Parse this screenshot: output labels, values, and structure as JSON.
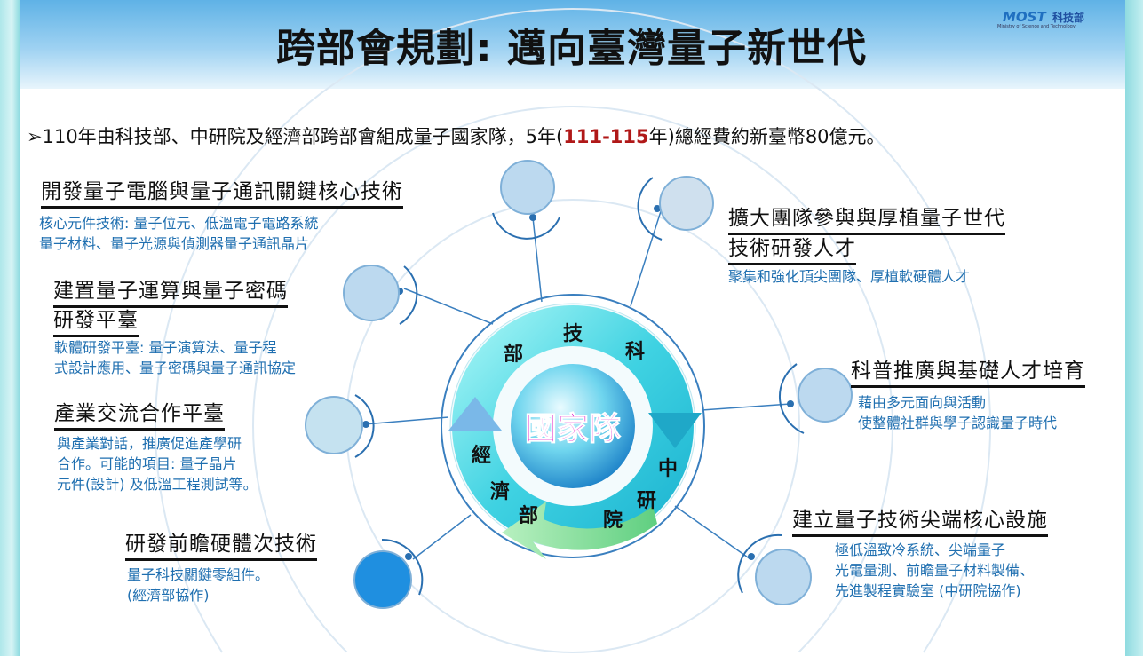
{
  "title": "跨部會規劃: 邁向臺灣量子新世代",
  "logo": {
    "brand": "MOST",
    "name_zh": "科技部",
    "name_en": "Ministry of Science and Technology"
  },
  "intro": {
    "prefix": "➢110年由科技部、中研院及經濟部跨部會組成量子國家隊，5年(",
    "highlight": "111-115",
    "suffix": "年)總經費約新臺幣80億元。"
  },
  "center": {
    "label": "國家隊",
    "ring_chars": {
      "most": [
        "科",
        "技",
        "部"
      ],
      "sinica": [
        "中",
        "研",
        "院"
      ],
      "moea": [
        "經",
        "濟",
        "部"
      ]
    }
  },
  "items": [
    {
      "title": "開發量子電腦與量子通訊關鍵核心技術",
      "desc": [
        "核心元件技術: 量子位元、低溫電子電路系統",
        "量子材料、量子光源與偵測器量子通訊晶片"
      ],
      "icon": "quantum-tech-icon"
    },
    {
      "title": [
        "建置量子運算與量子密碼",
        "研發平臺"
      ],
      "desc": [
        "軟體研發平臺: 量子演算法、量子程",
        "式設計應用、量子密碼與量子通訊協定"
      ],
      "icon": "network-icon"
    },
    {
      "title": "產業交流合作平臺",
      "desc": [
        "與產業對話，推廣促進產學研",
        "合作。可能的項目: 量子晶片",
        "元件(設計) 及低溫工程測試等。"
      ],
      "icon": "factory-icon"
    },
    {
      "title": "研發前瞻硬體次技術",
      "desc": [
        "量子科技關鍵零組件。",
        "(經濟部協作)"
      ],
      "icon": "hardware-icon"
    },
    {
      "title": [
        "擴大團隊參與與厚植量子世代",
        "技術研發人才"
      ],
      "desc": [
        "聚集和強化頂尖團隊、厚植軟硬體人才"
      ],
      "icon": "team-icon"
    },
    {
      "title": "科普推廣與基礎人才培育",
      "desc": [
        "藉由多元面向與活動",
        "使整體社群與學子認識量子時代"
      ],
      "icon": "people-icon"
    },
    {
      "title": "建立量子技術尖端核心設施",
      "desc": [
        "極低溫致冷系統、尖端量子",
        "光電量測、前瞻量子材料製備、",
        "先進製程實驗室 (中研院協作)"
      ],
      "icon": "chip-icon"
    }
  ],
  "colors": {
    "accent_red": "#b01818",
    "desc_blue": "#1f6fb0",
    "ring_cyan": "#4fd6e0",
    "center_magenta": "#e020c8"
  }
}
